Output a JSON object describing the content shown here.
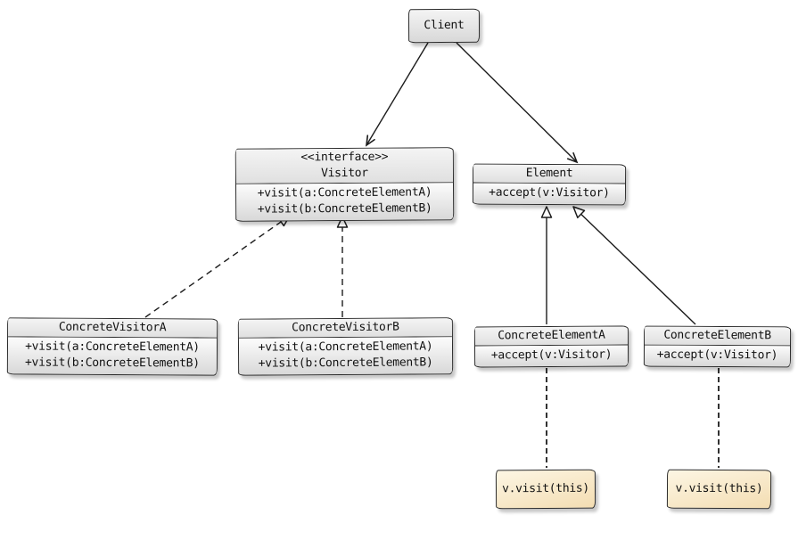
{
  "diagram": {
    "name": "Visitor design pattern UML class diagram"
  },
  "colors": {
    "line": "#1c1c1c",
    "box_border": "#2a2a2a",
    "header_fill_top": "#f4f4f4",
    "header_fill_bottom": "#e0e0e0",
    "body_fill_top": "#fcfcfc",
    "body_fill_bottom": "#d8d8d8",
    "note_fill_top": "#fdf6e4",
    "note_fill_bottom": "#f3ddb2",
    "text": "#111111"
  },
  "classes": {
    "client": {
      "name": "Client"
    },
    "visitor": {
      "stereotype": "<<interface>>",
      "name": "Visitor",
      "methods": [
        "+visit(a:ConcreteElementA)",
        "+visit(b:ConcreteElementB)"
      ]
    },
    "element": {
      "name": "Element",
      "methods": [
        "+accept(v:Visitor)"
      ]
    },
    "concrete_visitor_a": {
      "name": "ConcreteVisitorA",
      "methods": [
        "+visit(a:ConcreteElementA)",
        "+visit(b:ConcreteElementB)"
      ]
    },
    "concrete_visitor_b": {
      "name": "ConcreteVisitorB",
      "methods": [
        "+visit(a:ConcreteElementA)",
        "+visit(b:ConcreteElementB)"
      ]
    },
    "concrete_element_a": {
      "name": "ConcreteElementA",
      "methods": [
        "+accept(v:Visitor)"
      ]
    },
    "concrete_element_b": {
      "name": "ConcreteElementB",
      "methods": [
        "+accept(v:Visitor)"
      ]
    }
  },
  "notes": {
    "note_a": {
      "text": "v.visit(this)"
    },
    "note_b": {
      "text": "v.visit(this)"
    }
  },
  "relationships": [
    {
      "from": "Client",
      "to": "Visitor",
      "type": "directed-association",
      "line": "solid",
      "arrowhead": "open-arrow"
    },
    {
      "from": "Client",
      "to": "Element",
      "type": "directed-association",
      "line": "solid",
      "arrowhead": "open-arrow"
    },
    {
      "from": "ConcreteVisitorA",
      "to": "Visitor",
      "type": "realization",
      "line": "dashed",
      "arrowhead": "hollow-triangle"
    },
    {
      "from": "ConcreteVisitorB",
      "to": "Visitor",
      "type": "realization",
      "line": "dashed",
      "arrowhead": "hollow-triangle"
    },
    {
      "from": "ConcreteElementA",
      "to": "Element",
      "type": "generalization",
      "line": "solid",
      "arrowhead": "hollow-triangle"
    },
    {
      "from": "ConcreteElementB",
      "to": "Element",
      "type": "generalization",
      "line": "solid",
      "arrowhead": "hollow-triangle"
    },
    {
      "from": "note v.visit(this)",
      "to": "ConcreteElementA",
      "type": "note-anchor",
      "line": "dashed",
      "arrowhead": "none"
    },
    {
      "from": "note v.visit(this)",
      "to": "ConcreteElementB",
      "type": "note-anchor",
      "line": "dashed",
      "arrowhead": "none"
    }
  ]
}
